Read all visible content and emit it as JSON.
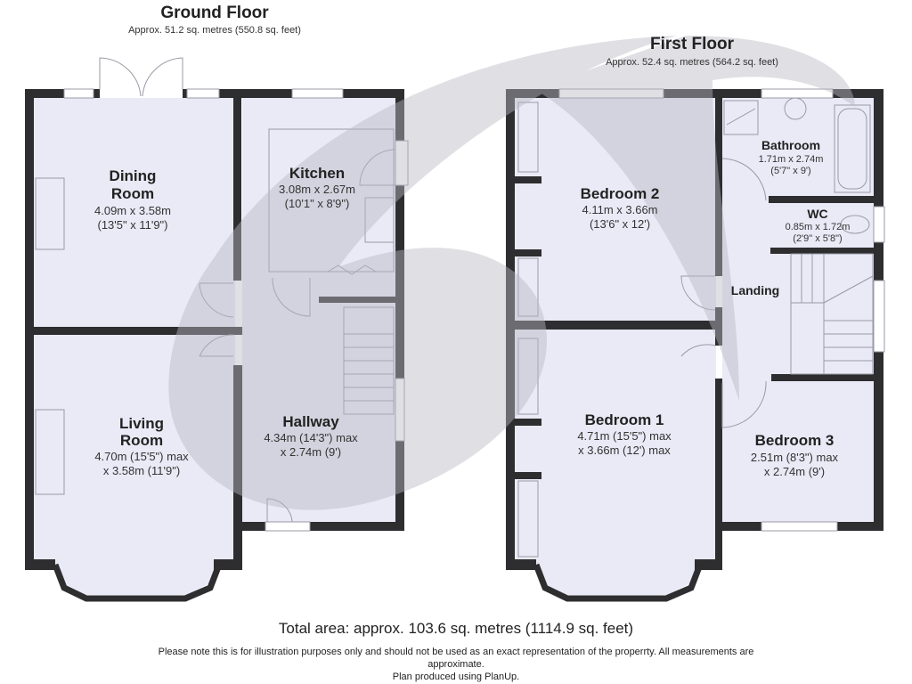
{
  "ground_floor": {
    "title": "Ground Floor",
    "area": "Approx. 51.2 sq. metres (550.8 sq. feet)",
    "rooms": {
      "dining": {
        "name_line1": "Dining",
        "name_line2": "Room",
        "dim_m": "4.09m x 3.58m",
        "dim_ft": "(13'5\" x 11'9\")"
      },
      "kitchen": {
        "name": "Kitchen",
        "dim_m": "3.08m x 2.67m",
        "dim_ft": "(10'1\" x 8'9\")"
      },
      "living": {
        "name_line1": "Living",
        "name_line2": "Room",
        "dim_m": "4.70m (15'5\") max",
        "dim_ft": "x 3.58m (11'9\")"
      },
      "hallway": {
        "name": "Hallway",
        "dim_m": "4.34m (14'3\") max",
        "dim_ft": "x 2.74m (9')"
      }
    }
  },
  "first_floor": {
    "title": "First Floor",
    "area": "Approx. 52.4 sq. metres (564.2 sq. feet)",
    "rooms": {
      "bedroom2": {
        "name": "Bedroom 2",
        "dim_m": "4.11m x 3.66m",
        "dim_ft": "(13'6\" x 12')"
      },
      "bathroom": {
        "name": "Bathroom",
        "dim_m": "1.71m x 2.74m",
        "dim_ft": "(5'7\" x 9')"
      },
      "wc": {
        "name": "WC",
        "dim_m": "0.85m x 1.72m",
        "dim_ft": "(2'9\" x 5'8\")"
      },
      "landing": {
        "name": "Landing"
      },
      "bedroom1": {
        "name": "Bedroom 1",
        "dim_m": "4.71m (15'5\") max",
        "dim_ft": "x 3.66m (12') max"
      },
      "bedroom3": {
        "name": "Bedroom 3",
        "dim_m": "2.51m (8'3\") max",
        "dim_ft": "x 2.74m (9')"
      }
    }
  },
  "footer": {
    "total": "Total area: approx. 103.6 sq. metres (1114.9 sq. feet)",
    "note_line1": "Please note this is for illustration purposes only and should not be used as an exact representation of the properrty. All measurements are",
    "note_line2": "approximate.",
    "credit": "Plan produced using PlanUp."
  },
  "colors": {
    "wall": "#2e2d2f",
    "room": "#e9eaf6",
    "watermark": "#c9c9d2"
  }
}
